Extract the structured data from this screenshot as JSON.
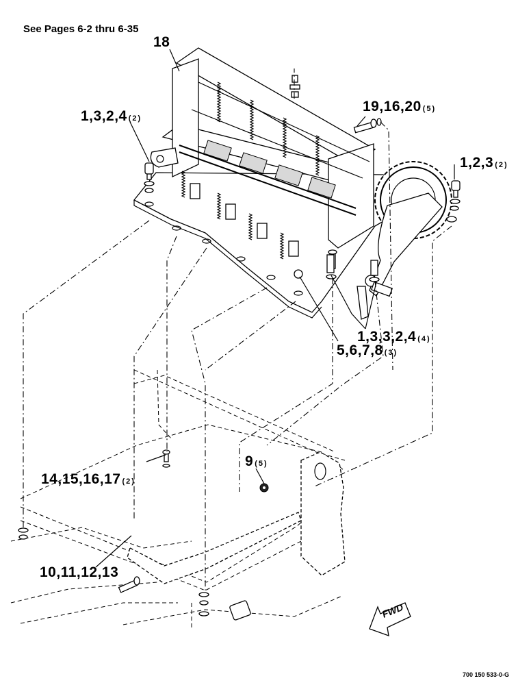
{
  "header": {
    "reference": "See Pages 6-2 thru 6-35"
  },
  "callouts": {
    "assembly": "18",
    "left_hardware": {
      "parts": "1,3,2,4",
      "qty": "(2)"
    },
    "top_hardware": {
      "parts": "19,16,20",
      "qty": "(5)"
    },
    "right_hardware": {
      "parts": "1,2,3",
      "qty": "(2)"
    },
    "lower_right_hardware": {
      "parts": "1,3,3,2,4",
      "qty": "(4)"
    },
    "mid_hardware": {
      "parts": "5,6,7,8",
      "qty": "(3)"
    },
    "nut": {
      "parts": "9",
      "qty": "(5)"
    },
    "frame_hardware": {
      "parts": "14,15,16,17",
      "qty": "(2)"
    },
    "base_hardware": {
      "parts": "10,11,12,13"
    }
  },
  "direction_arrow": {
    "label": "FWD"
  },
  "document_number": "700 150 533-0-G"
}
